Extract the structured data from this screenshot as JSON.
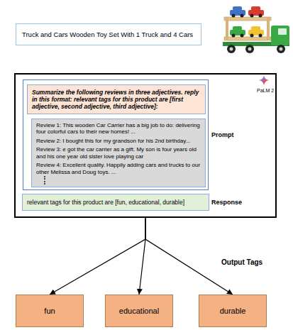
{
  "diagram": {
    "nodes": [
      {
        "text": [
          "Truck and Cars Wooden Toy Set With 1 Truck and 4 Cars"
        ]
      },
      {
        "text": [
          "PaLM 2",
          "Prompt",
          "Response"
        ]
      },
      {
        "text": [
          "Summarize the following reviews in three adjectives. reply in this format: relevant tags for this product are [first adjective, second adjective, third adjective]:"
        ],
        "in": 1
      },
      {
        "text": [
          "Review 1: This wooden Car Carrier has a big job to do: delivering four colorful cars to their new homes! ...",
          "Review 2: I bought this for my grandson for his 2nd birthday...",
          "Review 3: e got the car carrier as a gift. My son is four years old and his one year old sister love playing car",
          "Review 4: Excellent quality. Happily adding cars and trucks to our other Melissa and Doug toys. ..."
        ],
        "in": 1
      },
      {
        "text": [
          "relevant tags for this product are [fun, educational, durable]"
        ],
        "in": 1
      },
      {
        "text": [
          "fun"
        ]
      },
      {
        "text": [
          "educational"
        ]
      },
      {
        "text": [
          "durable"
        ]
      }
    ],
    "edges": [
      {
        "from": 1,
        "to": 5,
        "arrow": "to"
      },
      {
        "from": 1,
        "to": 6,
        "arrow": "to"
      },
      {
        "from": 1,
        "to": 7,
        "arrow": "to"
      }
    ],
    "labels": [
      "Output Tags"
    ]
  }
}
